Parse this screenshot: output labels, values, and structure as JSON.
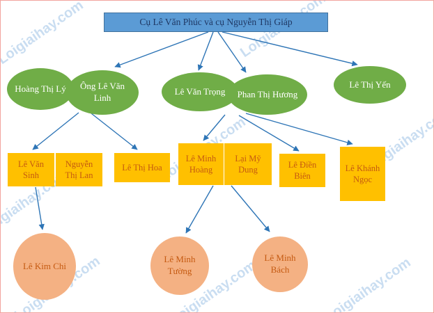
{
  "watermark": {
    "text": "Loigiaihay.com"
  },
  "tree": {
    "root": {
      "label": "Cụ Lê Văn Phúc và cụ Nguyễn Thị Giáp"
    },
    "gen2": [
      {
        "label": "Hoàng Thị Lý"
      },
      {
        "label": "Ông Lê Văn Linh"
      },
      {
        "label": "Lê Văn Trọng"
      },
      {
        "label": "Phan Thị Hương"
      },
      {
        "label": "Lê Thị Yến"
      }
    ],
    "gen3": [
      {
        "label": "Lê Văn Sinh"
      },
      {
        "label": "Nguyễn Thị Lan"
      },
      {
        "label": "Lê Thị Hoa"
      },
      {
        "label": "Lê Minh Hoàng"
      },
      {
        "label": "Lại Mỹ Dung"
      },
      {
        "label": "Lê Điền Biên"
      },
      {
        "label": "Lê Khánh Ngọc"
      }
    ],
    "gen4": [
      {
        "label": "Lê Kim Chi"
      },
      {
        "label": "Lê Minh Tường"
      },
      {
        "label": "Lê Minh Bách"
      }
    ]
  },
  "colors": {
    "root_fill": "#5b9bd5",
    "root_border": "#41719c",
    "root_text": "#1f3864",
    "ellipse_fill": "#70ad47",
    "ellipse_text": "#ffffff",
    "rect_fill": "#ffc000",
    "rect_text": "#c55a11",
    "circle_fill": "#f4b183",
    "circle_text": "#c55a11",
    "arrow": "#2e75b6",
    "watermark_text": "#9dc3e6",
    "frame_border": "#f2a49e"
  }
}
